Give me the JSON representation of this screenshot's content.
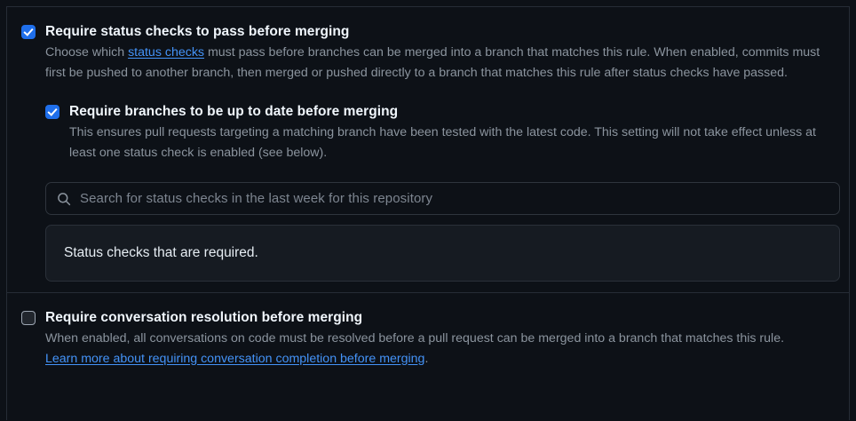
{
  "sections": [
    {
      "id": "require-status-checks",
      "checkbox": {
        "state": "checked",
        "name": "require-status-checks-checkbox"
      },
      "label": "Require status checks to pass before merging",
      "description_part1": "Choose which ",
      "description_link": "status checks",
      "description_part2": " must pass before branches can be merged into a branch that matches this rule. When enabled, commits must first be pushed to another branch, then merged or pushed directly to a branch that matches this rule after status checks have passed.",
      "nested": {
        "id": "require-branches-up-to-date",
        "checkbox": {
          "state": "checked",
          "name": "require-branches-up-to-date-checkbox"
        },
        "label": "Require branches to be up to date before merging",
        "description": "This ensures pull requests targeting a matching branch have been tested with the latest code. This setting will not take effect unless at least one status check is enabled (see below)."
      },
      "search": {
        "icon": "search-icon",
        "placeholder": "Search for status checks in the last week for this repository",
        "value": ""
      },
      "status_panel": {
        "text": "Status checks that are required."
      }
    },
    {
      "id": "require-conversation-resolution",
      "checkbox": {
        "state": "unchecked",
        "name": "require-conversation-resolution-checkbox"
      },
      "label": "Require conversation resolution before merging",
      "description": "When enabled, all conversations on code must be resolved before a pull request can be merged into a branch that matches this rule.",
      "learn_more_link": "Learn more about requiring conversation completion before merging",
      "learn_more_suffix": "."
    }
  ],
  "colors": {
    "background": "#0d1117",
    "panel_background": "#161b22",
    "border": "#262c36",
    "accent_blue": "#1f6feb",
    "link_blue": "#4493f8",
    "text_primary": "#e6edf3",
    "text_muted": "#8b949e"
  }
}
